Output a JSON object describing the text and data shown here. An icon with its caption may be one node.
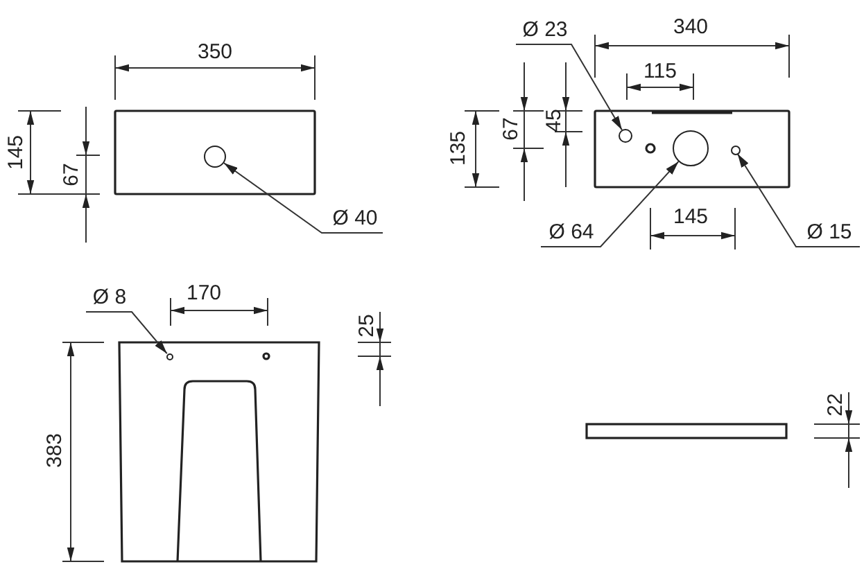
{
  "diagram": {
    "nodes": [
      {
        "text": [
          "Ø 40"
        ]
      },
      {
        "text": [],
        "shape": "circle"
      },
      {
        "text": [
          "Ø 23"
        ]
      },
      {
        "text": [],
        "shape": "circle"
      },
      {
        "text": [
          "Ø 64"
        ]
      },
      {
        "text": [],
        "shape": "circle"
      },
      {
        "text": [
          "Ø 15"
        ]
      },
      {
        "text": [],
        "shape": "circle"
      },
      {
        "text": [
          "Ø 8"
        ]
      },
      {
        "text": [],
        "shape": "circle"
      }
    ],
    "edges": [
      {
        "from": 0,
        "to": 1,
        "arrow": "to"
      },
      {
        "from": 2,
        "to": 3,
        "arrow": "to"
      },
      {
        "from": 4,
        "to": 5,
        "arrow": "to"
      },
      {
        "from": 6,
        "to": 7,
        "arrow": "to"
      },
      {
        "from": 8,
        "to": 9,
        "arrow": "to"
      }
    ],
    "labels": [
      "350",
      "145",
      "67",
      "340",
      "115",
      "135",
      "67",
      "45",
      "145",
      "170",
      "25",
      "383",
      "22"
    ]
  }
}
